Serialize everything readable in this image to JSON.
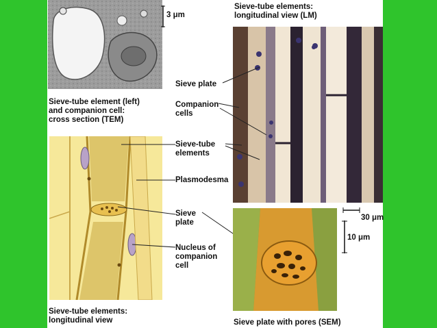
{
  "labels": {
    "tem_caption": "Sieve-tube element (left)\nand companion cell:\ncross section (TEM)",
    "tem_scale": "3 μm",
    "lm_title": "Sieve-tube elements:\nlongitudinal view (LM)",
    "sieve_plate_lm": "Sieve plate",
    "companion_cells": "Companion\ncells",
    "sieve_tube_elements": "Sieve-tube\nelements",
    "plasmodesma": "Plasmodesma",
    "sieve_plate_diagram": "Sieve\nplate",
    "nucleus": "Nucleus of\ncompanion\ncell",
    "scale_30": "30 μm",
    "scale_10": "10 μm",
    "drawing_caption": "Sieve-tube elements:\nlongitudinal view",
    "sem_caption": "Sieve plate with pores (SEM)"
  },
  "colors": {
    "background_green": "#2fc42c",
    "panel_white": "#ffffff",
    "cell_yellow": "#f6e89a",
    "tube_yellow": "#e8d27a",
    "nucleus_purple": "#b8a2c8",
    "lm_dark": "#2b2230",
    "sem_orange": "#e8a030"
  }
}
